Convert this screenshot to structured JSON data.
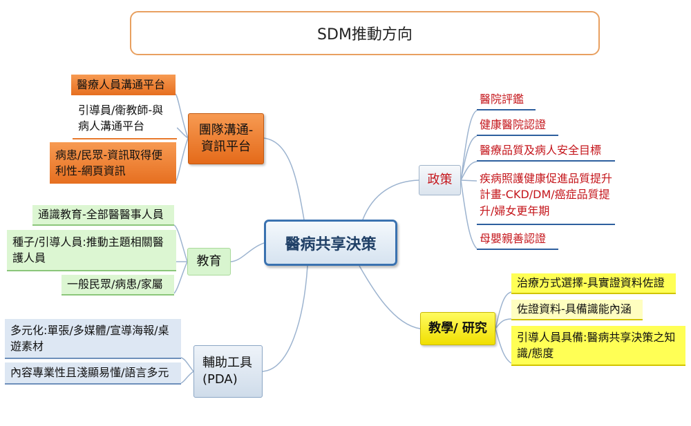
{
  "title": "SDM推動方向",
  "center": "醫病共享決策",
  "branches": {
    "team": {
      "label": "團隊溝通-資訊平台",
      "items": [
        "醫療人員溝通平台",
        "引導員/衛教師-與病人溝通平台",
        "病患/民眾-資訊取得便利性-網頁資訊"
      ]
    },
    "education": {
      "label": "教育",
      "items": [
        "通識教育-全部醫醫事人員",
        "種子/引導人員:推動主題相關醫護人員",
        "一般民眾/病患/家屬"
      ]
    },
    "tools": {
      "label": "輔助工具(PDA)",
      "items": [
        "多元化:單張/多媒體/宣導海報/桌遊素材",
        "內容專業性且淺顯易懂/語言多元"
      ]
    },
    "policy": {
      "label": "政策",
      "items": [
        "醫院評鑑",
        "健康醫院認證",
        "醫療品質及病人安全目標",
        "疾病照護健康促進品質提升計畫-CKD/DM/癌症品質提升/婦女更年期",
        "母嬰親善認證"
      ]
    },
    "research": {
      "label": "教學/ 研究",
      "items": [
        "治療方式選擇-具實證資料佐證",
        "佐證資料-具備識能內涵",
        "引導人員具備:醫病共享決策之知識/態度"
      ]
    }
  },
  "colors": {
    "title_border": "#e8a060",
    "center_border": "#3a72b0",
    "team": "#e66f20",
    "education": "#dcf6d2",
    "tools": "#dde7f3",
    "policy_text": "#c4141a",
    "research": "#ffff55",
    "connector": "#9cb3cf"
  }
}
